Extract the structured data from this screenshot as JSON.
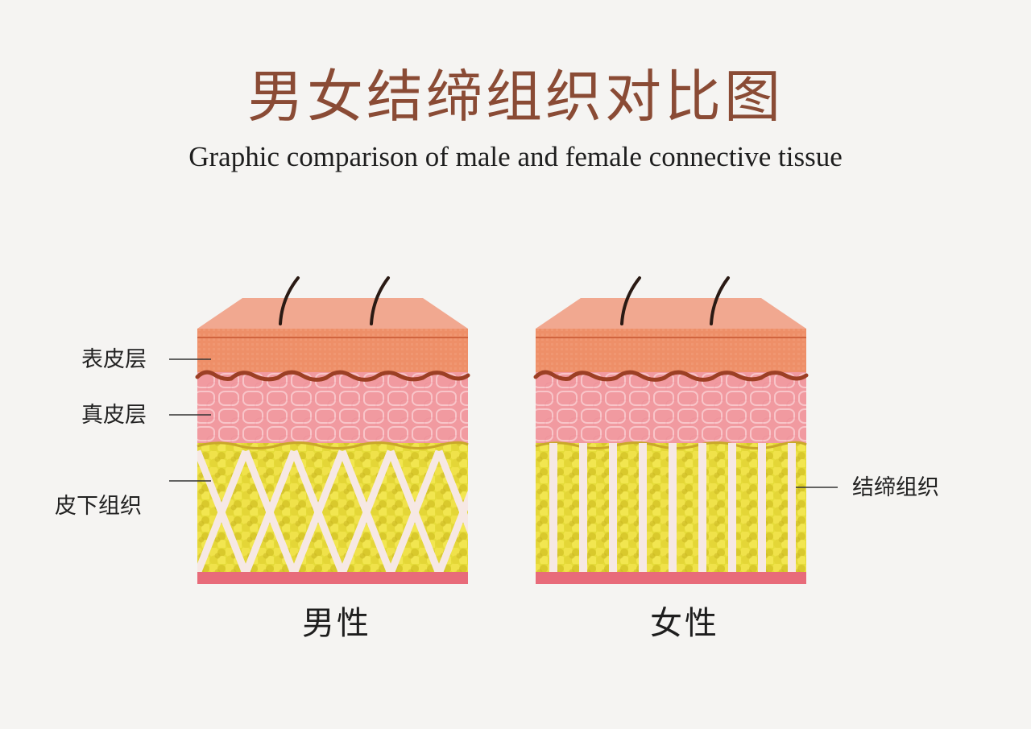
{
  "title": "男女结缔组织对比图",
  "subtitle": "Graphic comparison of male and female connective tissue",
  "labels": {
    "epidermis": "表皮层",
    "dermis": "真皮层",
    "subcutaneous": "皮下组织",
    "connective_tissue": "结缔组织"
  },
  "panels": {
    "male": "男性",
    "female": "女性"
  },
  "colors": {
    "title": "#8a4b35",
    "top_skin": "#f1a890",
    "epidermis": "#ee8f68",
    "epidermis_border": "#9c3f24",
    "dermis": "#f19aa0",
    "fat": "#e6dc3a",
    "fibers": "#f6e8e4",
    "base": "#e86b7a",
    "hair": "#2a1a14"
  }
}
